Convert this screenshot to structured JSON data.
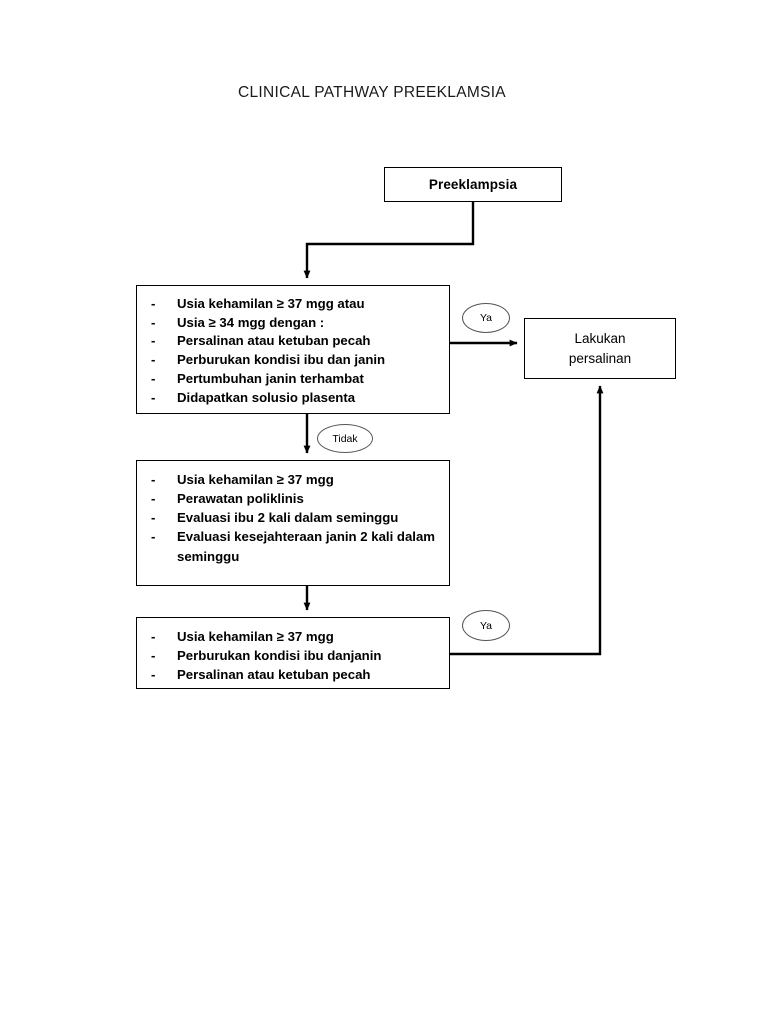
{
  "document": {
    "title": "CLINICAL PATHWAY PREEKLAMSIA"
  },
  "diagram": {
    "type": "flowchart",
    "nodes": {
      "start": {
        "label": "Preeklampsia"
      },
      "action": {
        "line1": "Lakukan",
        "line2": "persalinan",
        "label": "Lakukan persalinan"
      },
      "criteria_1": {
        "bullet": "-",
        "items": [
          "Usia kehamilan  ≥ 37 mgg atau",
          "Usia ≥ 34 mgg dengan  :",
          "Persalinan atau ketuban pecah",
          "Perburukan kondisi ibu dan janin",
          "Pertumbuhan janin terhambat",
          "Didapatkan solusio plasenta"
        ]
      },
      "criteria_2": {
        "bullet": "-",
        "items": [
          "Usia kehamilan  ≥ 37 mgg",
          "Perawatan poliklinis",
          "Evaluasi ibu 2 kali dalam seminggu",
          "Evaluasi kesejahteraan janin 2 kali dalam seminggu"
        ]
      },
      "criteria_3": {
        "bullet": "-",
        "items": [
          "Usia kehamilan  ≥ 37 mgg",
          "Perburukan kondisi ibu danjanin",
          "Persalinan atau ketuban pecah"
        ]
      }
    },
    "edge_labels": {
      "ya_top": "Ya",
      "tidak": "Tidak",
      "ya_bottom": "Ya"
    },
    "colors": {
      "stroke": "#000000",
      "background": "#ffffff",
      "text": "#000000",
      "label_stroke": "#555555"
    }
  }
}
